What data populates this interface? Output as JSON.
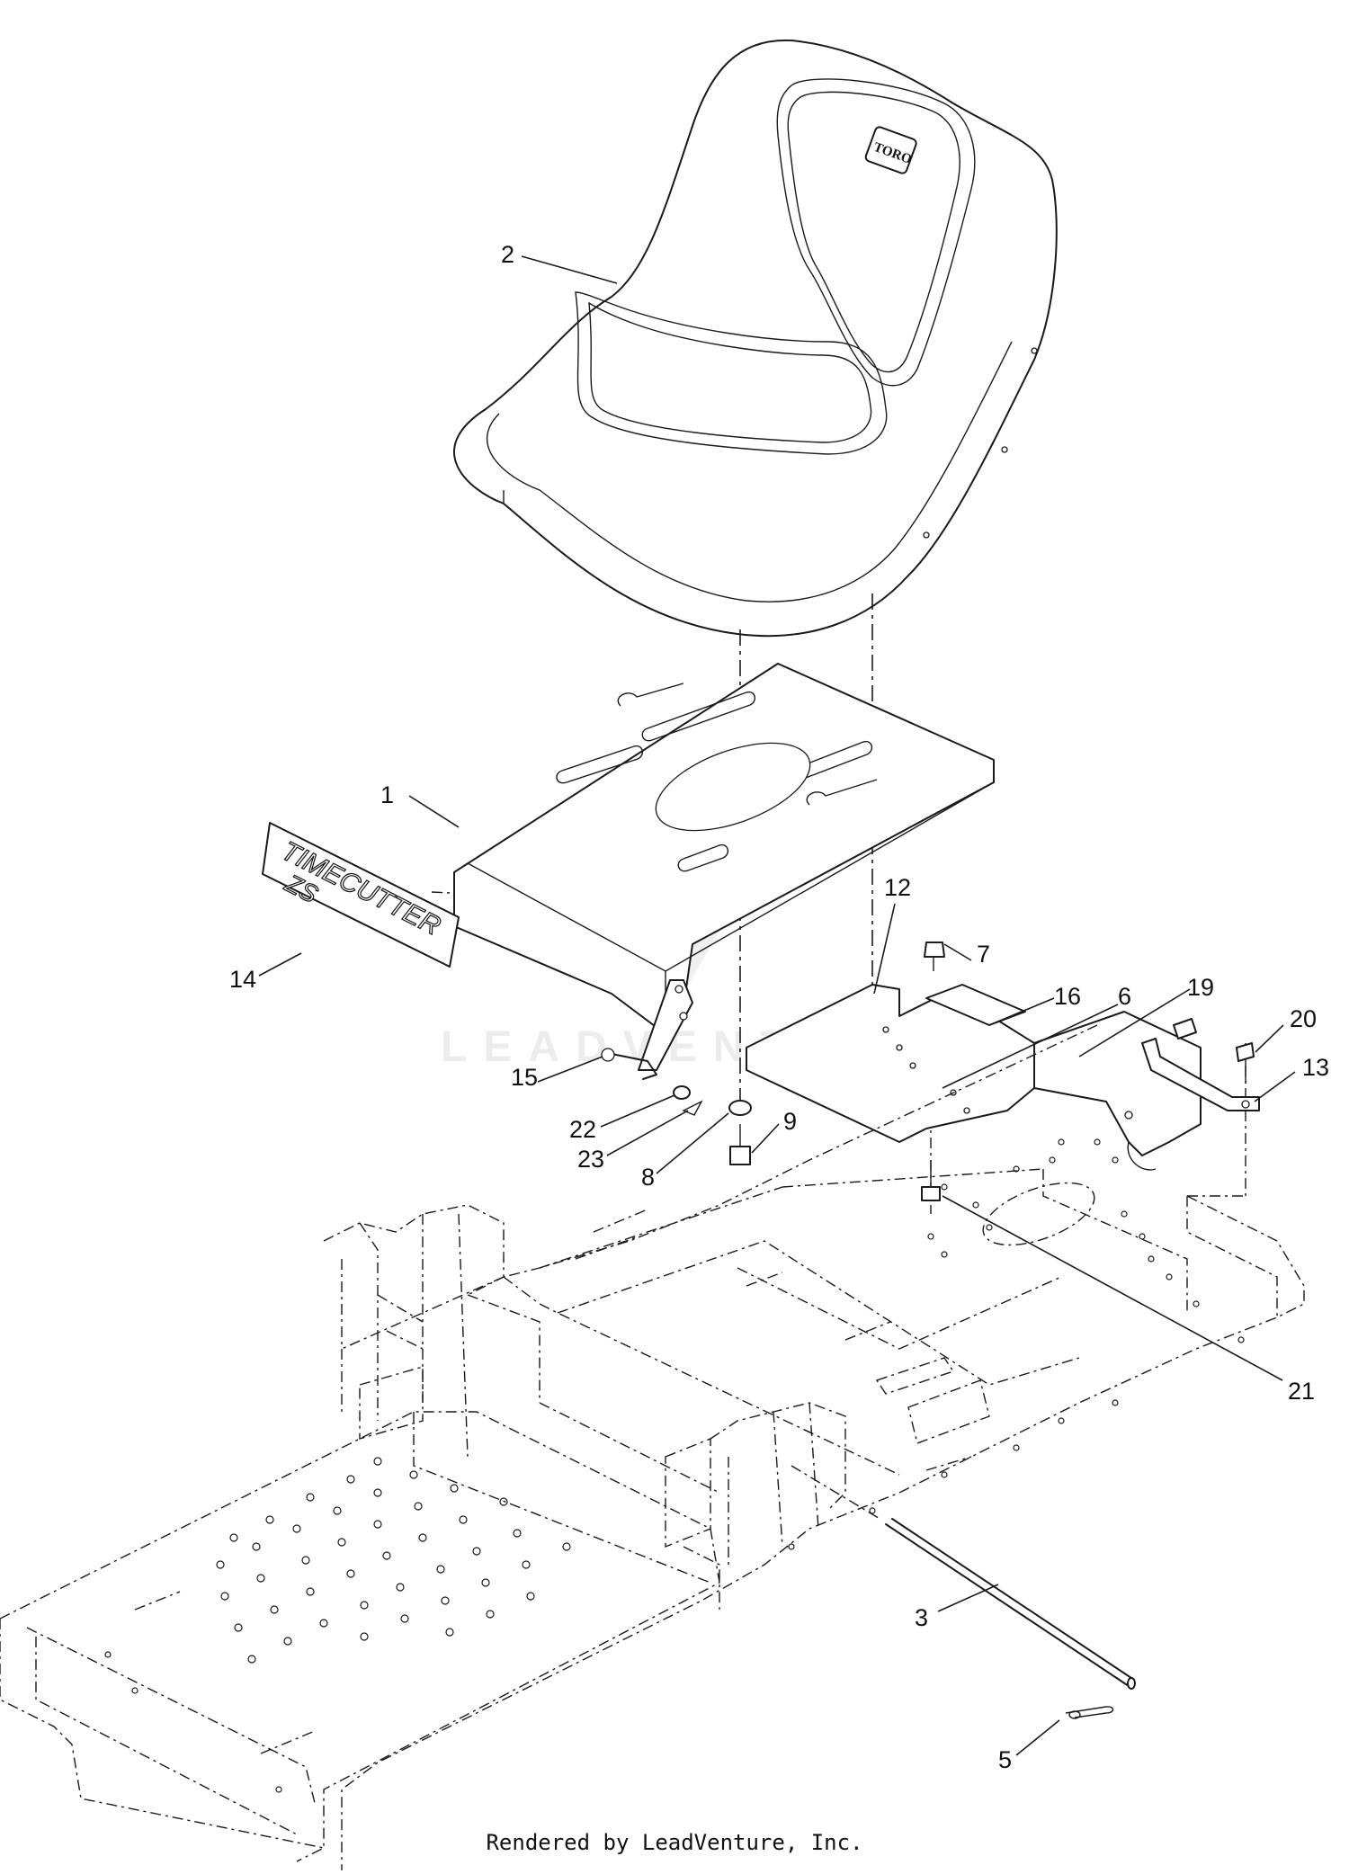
{
  "watermark": "LEADVENTURE",
  "decal_text_line1": "TIMECUTTER",
  "decal_text_line2": "ZS",
  "seat_brand": "TORO",
  "footer": "Rendered by LeadVenture, Inc.",
  "callouts": [
    {
      "id": "c2",
      "label": "2"
    },
    {
      "id": "c1",
      "label": "1"
    },
    {
      "id": "c14",
      "label": "14"
    },
    {
      "id": "c12",
      "label": "12"
    },
    {
      "id": "c7",
      "label": "7"
    },
    {
      "id": "c16",
      "label": "16"
    },
    {
      "id": "c6",
      "label": "6"
    },
    {
      "id": "c19",
      "label": "19"
    },
    {
      "id": "c20",
      "label": "20"
    },
    {
      "id": "c13",
      "label": "13"
    },
    {
      "id": "c15",
      "label": "15"
    },
    {
      "id": "c22",
      "label": "22"
    },
    {
      "id": "c23",
      "label": "23"
    },
    {
      "id": "c9",
      "label": "9"
    },
    {
      "id": "c8",
      "label": "8"
    },
    {
      "id": "c21",
      "label": "21"
    },
    {
      "id": "c3",
      "label": "3"
    },
    {
      "id": "c5",
      "label": "5"
    }
  ]
}
